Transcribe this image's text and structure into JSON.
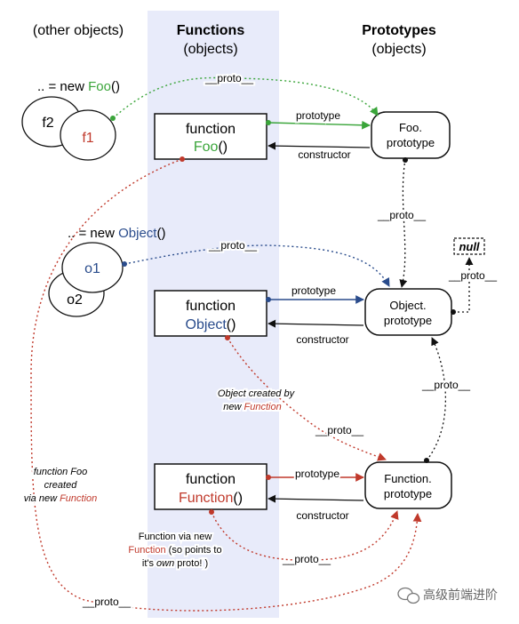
{
  "columns": {
    "other": {
      "title": "(other objects)"
    },
    "functions": {
      "title": "Functions",
      "subtitle": "(objects)"
    },
    "prototypes": {
      "title": "Prototypes",
      "subtitle": "(objects)"
    }
  },
  "instances": {
    "foo_expr": {
      "prefix": ".. = new ",
      "name": "Foo",
      "suffix": "()"
    },
    "object_expr": {
      "prefix": ".. = new ",
      "name": "Object",
      "suffix": "()"
    },
    "f1": "f1",
    "f2": "f2",
    "o1": "o1",
    "o2": "o2"
  },
  "function_boxes": {
    "foo": {
      "keyword": "function",
      "name": "Foo",
      "parens": "()"
    },
    "object": {
      "keyword": "function",
      "name": "Object",
      "parens": "()"
    },
    "function": {
      "keyword": "function",
      "name": "Function",
      "parens": "()"
    }
  },
  "prototype_nodes": {
    "foo": {
      "line1": "Foo.",
      "line2": "prototype"
    },
    "object": {
      "line1": "Object.",
      "line2": "prototype"
    },
    "function": {
      "line1": "Function.",
      "line2": "prototype"
    },
    "null": "null"
  },
  "edge_labels": {
    "proto": "__proto__",
    "prototype": "prototype",
    "constructor": "constructor"
  },
  "notes": {
    "object_created": {
      "line1": "Object created by",
      "line2_prefix": "new ",
      "line2_highlight": "Function"
    },
    "function_foo": {
      "line1": "function Foo",
      "line2": "created",
      "line3_prefix": "via new ",
      "line3_highlight": "Function"
    },
    "function_via_new": {
      "line1": "Function via new",
      "line2_highlight": "Function",
      "line2_suffix": " (so points to",
      "line3_prefix": "it's ",
      "line3_italic": "own",
      "line3_suffix": " proto! )"
    }
  },
  "watermark": "高级前端进阶",
  "colors": {
    "functions_column": "#e8ebfa",
    "green": "#3aa53a",
    "blue": "#2a4c8c",
    "red": "#c0392b",
    "dark": "#111111"
  }
}
